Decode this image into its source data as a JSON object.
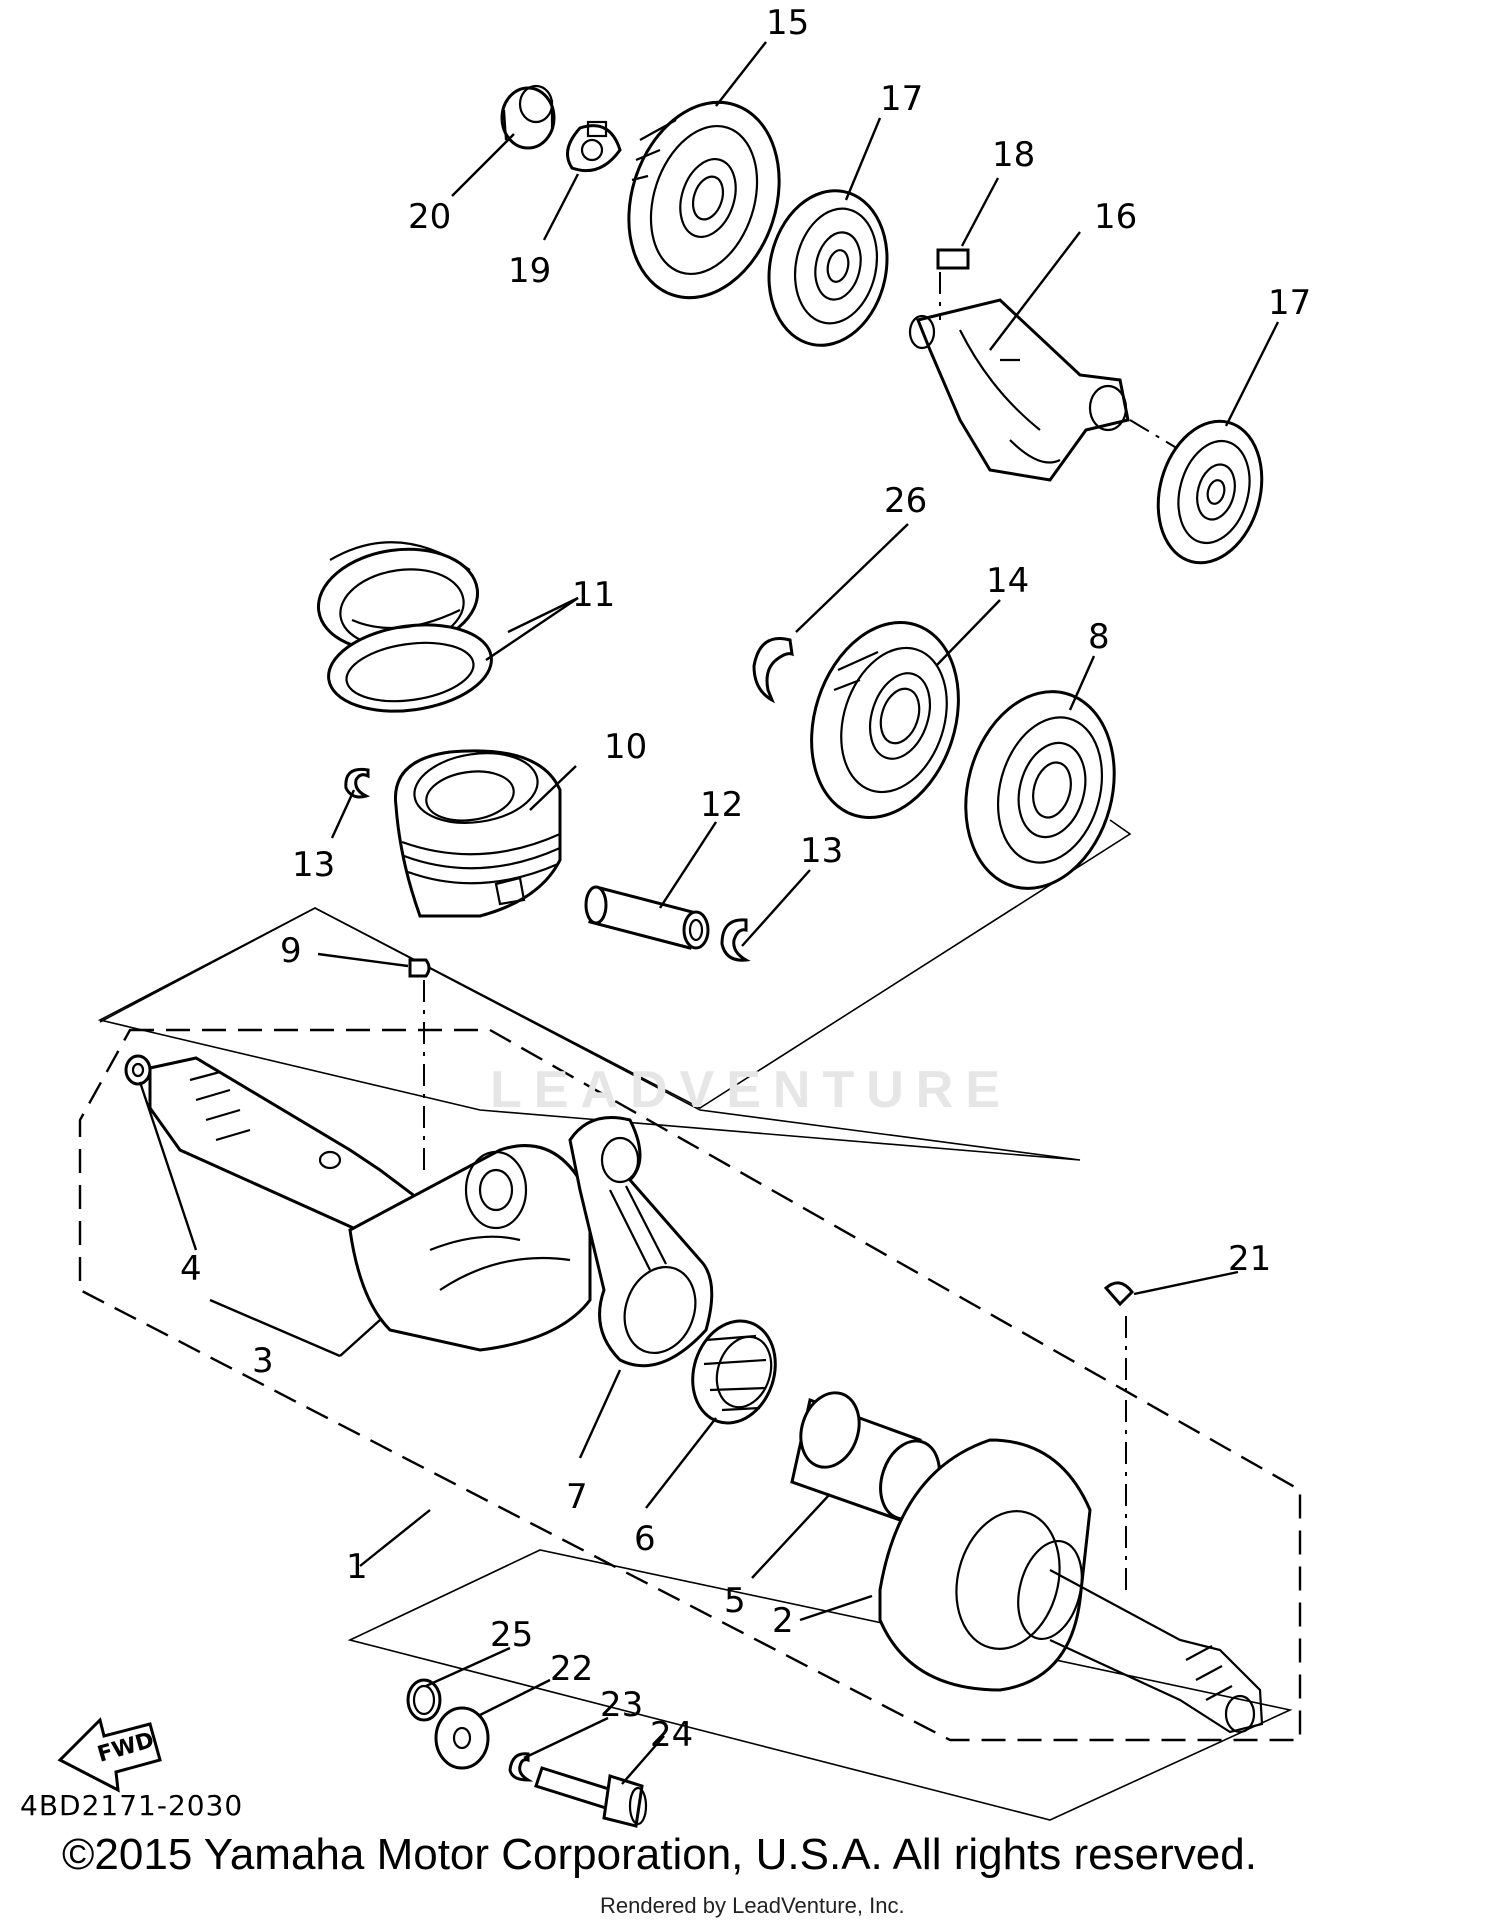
{
  "diagram": {
    "code": "4BD2171-2030",
    "copyright": "©2015 Yamaha Motor Corporation, U.S.A. All rights reserved.",
    "rendered_by": "Rendered by LeadVenture, Inc.",
    "watermark": "LEADVENTURE",
    "fwd_label": "FWD"
  },
  "callouts": {
    "c1": "1",
    "c2": "2",
    "c3": "3",
    "c4": "4",
    "c5": "5",
    "c6": "6",
    "c7": "7",
    "c8": "8",
    "c9": "9",
    "c10": "10",
    "c11": "11",
    "c12": "12",
    "c13a": "13",
    "c13b": "13",
    "c14": "14",
    "c15": "15",
    "c16": "16",
    "c17a": "17",
    "c17b": "17",
    "c18": "18",
    "c19": "19",
    "c20": "20",
    "c21": "21",
    "c22": "22",
    "c23": "23",
    "c24": "24",
    "c25": "25",
    "c26": "26"
  }
}
